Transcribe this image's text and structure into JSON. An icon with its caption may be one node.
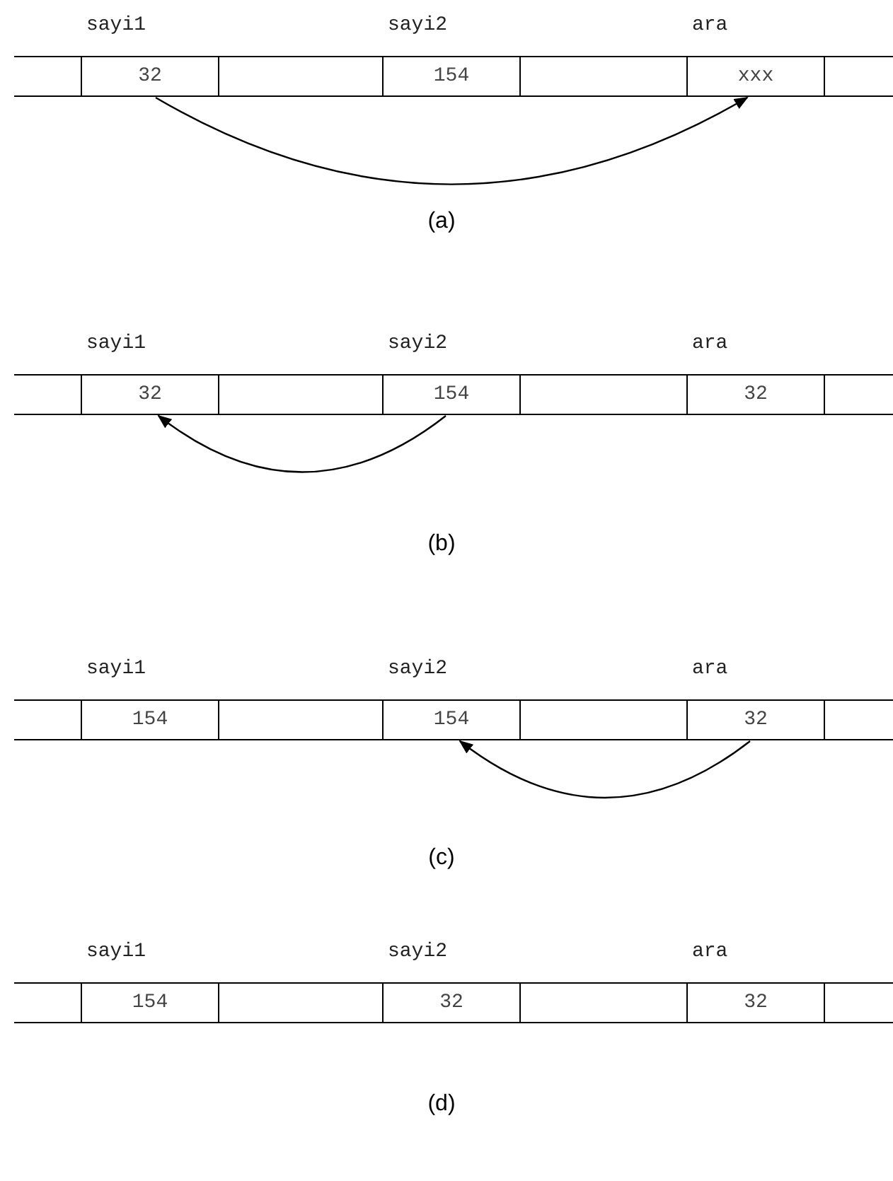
{
  "diagram": {
    "nodes": [
      {
        "text": [
          "sayi1",
          "32"
        ]
      },
      {
        "text": [
          "sayi2",
          "154"
        ]
      },
      {
        "text": [
          "ara",
          "xxx"
        ]
      },
      {
        "text": [
          "sayi1",
          "32"
        ]
      },
      {
        "text": [
          "sayi2",
          "154"
        ]
      },
      {
        "text": [
          "ara",
          "32"
        ]
      },
      {
        "text": [
          "sayi1",
          "154"
        ]
      },
      {
        "text": [
          "sayi2",
          "154"
        ]
      },
      {
        "text": [
          "ara",
          "32"
        ]
      },
      {
        "text": [
          "sayi1",
          "154"
        ]
      },
      {
        "text": [
          "sayi2",
          "32"
        ]
      },
      {
        "text": [
          "ara",
          "32"
        ]
      }
    ],
    "edges": [
      {
        "from": 0,
        "to": 2,
        "arrow": "to"
      },
      {
        "from": 4,
        "to": 3,
        "arrow": "to"
      },
      {
        "from": 8,
        "to": 7,
        "arrow": "to"
      }
    ],
    "labels": [
      "(a)",
      "(b)",
      "(c)",
      "(d)"
    ]
  }
}
